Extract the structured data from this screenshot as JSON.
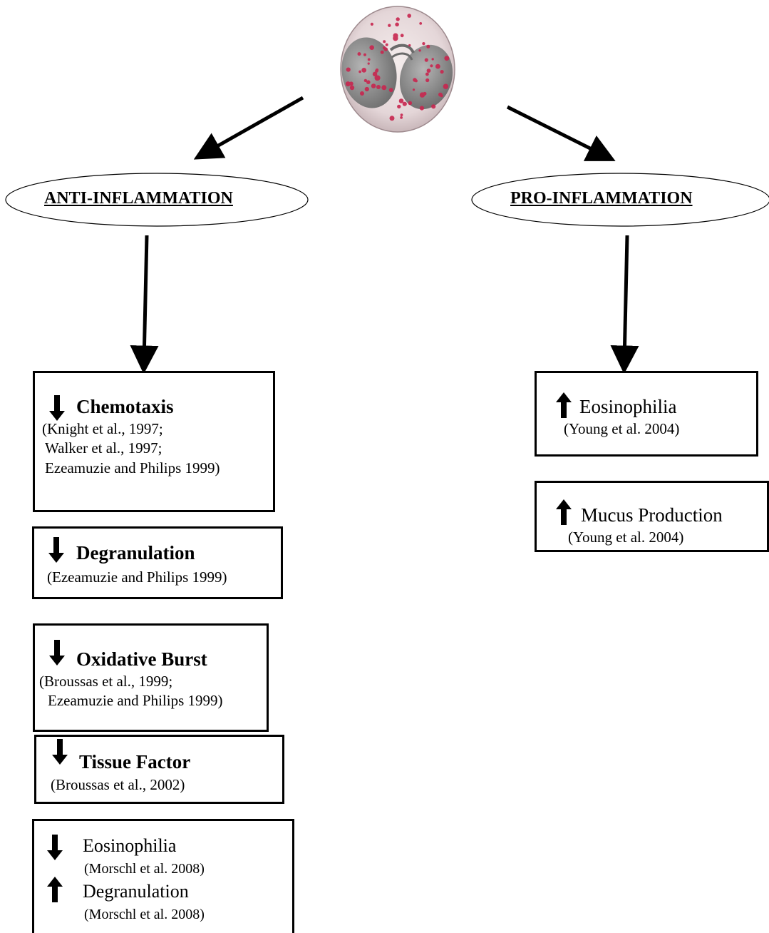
{
  "cell": {
    "name": "eosinophil-cell-image"
  },
  "anti": {
    "label": "ANTI-INFLAMMATION",
    "boxes": [
      {
        "title": "Chemotaxis",
        "refs": [
          "(Knight et al., 1997;",
          "Walker et al., 1997;",
          "Ezeamuzie and Philips 1999)"
        ],
        "direction": "down"
      },
      {
        "title": "Degranulation",
        "refs": [
          "(Ezeamuzie and Philips 1999)"
        ],
        "direction": "down"
      },
      {
        "title": "Oxidative Burst",
        "refs": [
          "(Broussas et al., 1999;",
          "Ezeamuzie and Philips 1999)"
        ],
        "direction": "down"
      },
      {
        "title": "Tissue Factor",
        "refs": [
          "(Broussas et al., 2002)"
        ],
        "direction": "down"
      },
      {
        "items": [
          {
            "title": "Eosinophilia",
            "ref": "(Morschl et al. 2008)",
            "direction": "down"
          },
          {
            "title": "Degranulation",
            "ref": "(Morschl et al. 2008)",
            "direction": "up"
          }
        ]
      }
    ]
  },
  "pro": {
    "label": "PRO-INFLAMMATION",
    "boxes": [
      {
        "title": "Eosinophilia",
        "refs": [
          "(Young et al. 2004)"
        ],
        "direction": "up"
      },
      {
        "title": "Mucus Production",
        "refs": [
          "(Young et al. 2004)"
        ],
        "direction": "up"
      }
    ]
  },
  "colors": {
    "ink": "#000000",
    "granule": "#c8264f",
    "cytoplasm": "#eadfe0",
    "nucleus": "#8c8c8c"
  }
}
